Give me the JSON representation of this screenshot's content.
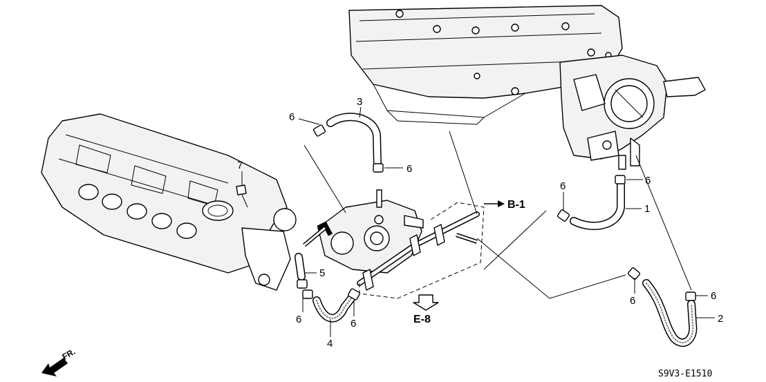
{
  "diagram": {
    "callouts": {
      "part_1": "1",
      "part_2": "2",
      "part_3": "3",
      "part_4": "4",
      "part_5": "5",
      "part_6": "6",
      "part_7": "7"
    },
    "references": {
      "b1": "B-1",
      "e8": "E-8"
    },
    "direction_label": "FR.",
    "figure_code": "S9V3-E1510"
  }
}
